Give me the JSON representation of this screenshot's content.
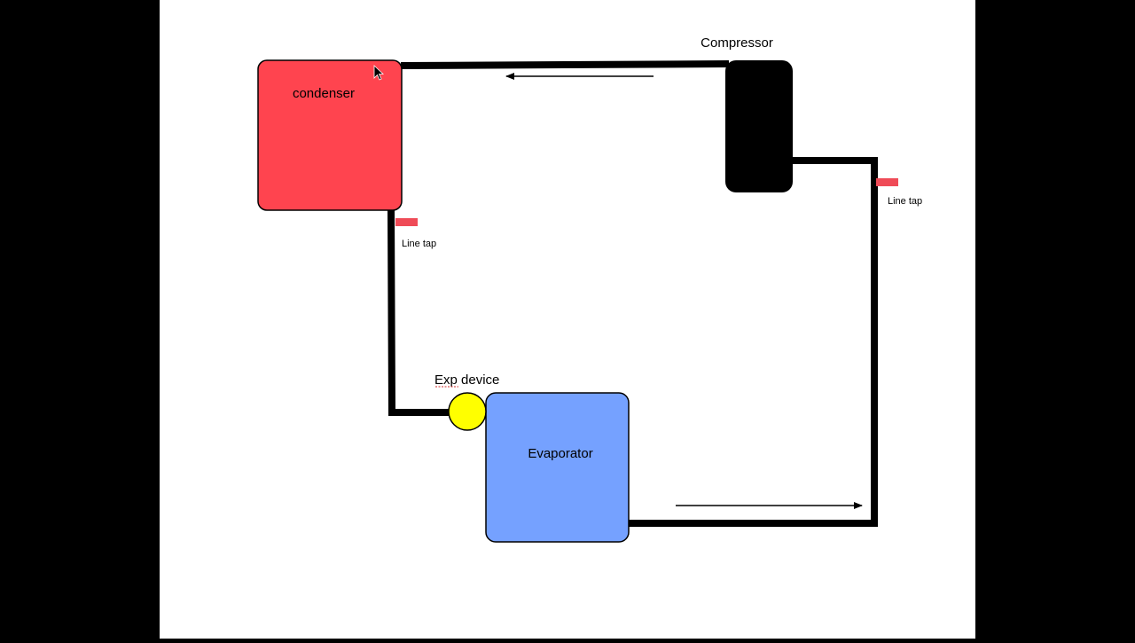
{
  "colors": {
    "letterbox": "#000000",
    "slide": "#ffffff",
    "pipe": "#000000",
    "condenser": "#ff444f",
    "evaporator": "#75a1ff",
    "exp_device": "#ffff00",
    "line_tap": "#ef4b57",
    "compressor": "#000000"
  },
  "labels": {
    "condenser": "condenser",
    "compressor": "Compressor",
    "evaporator": "Evaporator",
    "exp_device": "Exp device",
    "line_tap_left": "Line tap",
    "line_tap_right": "Line tap"
  },
  "icons": {
    "cursor": "mouse-pointer-icon"
  }
}
